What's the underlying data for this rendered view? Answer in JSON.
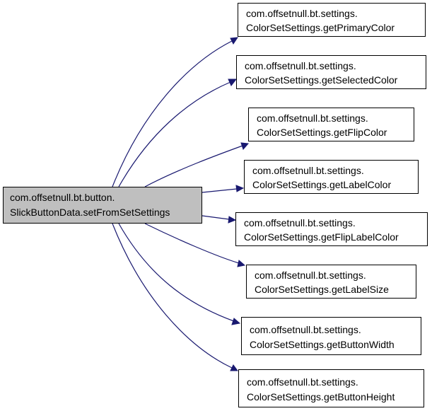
{
  "source": {
    "line1": "com.offsetnull.bt.button.",
    "line2": "SlickButtonData.setFromSetSettings"
  },
  "targets": [
    {
      "line1": "com.offsetnull.bt.settings.",
      "line2": "ColorSetSettings.getPrimaryColor"
    },
    {
      "line1": "com.offsetnull.bt.settings.",
      "line2": "ColorSetSettings.getSelectedColor"
    },
    {
      "line1": "com.offsetnull.bt.settings.",
      "line2": "ColorSetSettings.getFlipColor"
    },
    {
      "line1": "com.offsetnull.bt.settings.",
      "line2": "ColorSetSettings.getLabelColor"
    },
    {
      "line1": "com.offsetnull.bt.settings.",
      "line2": "ColorSetSettings.getFlipLabelColor"
    },
    {
      "line1": "com.offsetnull.bt.settings.",
      "line2": "ColorSetSettings.getLabelSize"
    },
    {
      "line1": "com.offsetnull.bt.settings.",
      "line2": "ColorSetSettings.getButtonWidth"
    },
    {
      "line1": "com.offsetnull.bt.settings.",
      "line2": "ColorSetSettings.getButtonHeight"
    }
  ],
  "colors": {
    "edge": "#191970",
    "source_fill": "#bfbfbf",
    "node_fill": "#ffffff",
    "border": "#000000"
  }
}
